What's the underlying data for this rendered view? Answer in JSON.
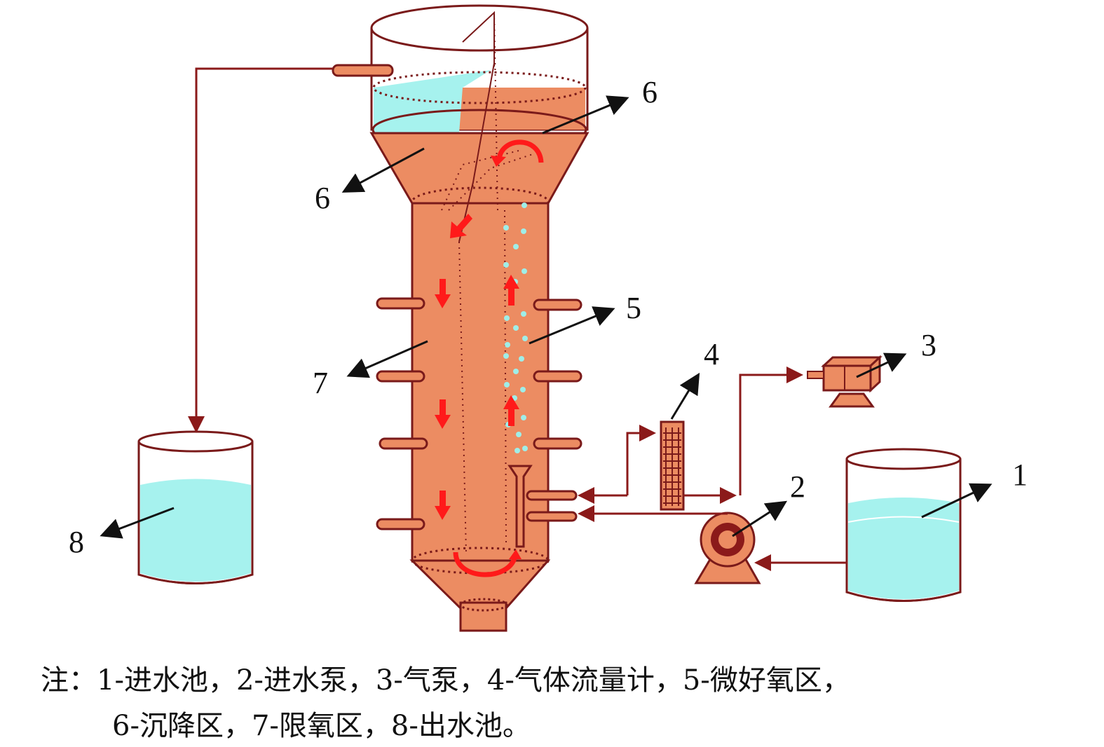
{
  "labels": {
    "inlet_tank": "1",
    "inlet_pump": "2",
    "air_pump": "3",
    "gas_flowmeter": "4",
    "micro_aerobic_zone": "5",
    "settling_zone_upper": "6",
    "settling_zone_lower": "6",
    "oxygen_limited_zone": "7",
    "outlet_tank": "8"
  },
  "caption": {
    "line1": "注：1-进水池，2-进水泵，3-气泵，4-气体流量计，5-微好氧区，",
    "line2": "6-沉降区，7-限氧区，8-出水池。"
  },
  "colors": {
    "reactor_fill": "#ec8c62",
    "outline": "#7a1a1a",
    "pipe": "#8b1a1a",
    "water": "#a6f2ee",
    "flow_arrow": "#ff1a1a",
    "bubble": "#9feee8"
  }
}
